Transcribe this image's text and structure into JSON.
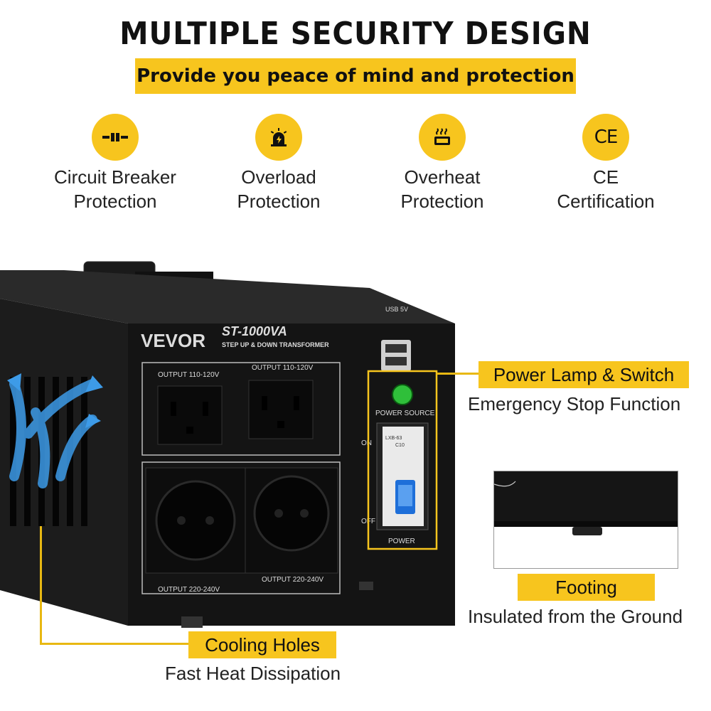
{
  "header": {
    "title": "MULTIPLE SECURITY DESIGN",
    "subtitle": "Provide you peace of mind and protection"
  },
  "features": [
    {
      "icon": "circuit-breaker-icon",
      "line1": "Circuit Breaker",
      "line2": "Protection"
    },
    {
      "icon": "overload-alarm-icon",
      "line1": "Overload",
      "line2": "Protection"
    },
    {
      "icon": "overheat-icon",
      "line1": "Overheat",
      "line2": "Protection"
    },
    {
      "icon": "ce-mark-icon",
      "line1": "CE",
      "line2": "Certification",
      "mark": "CE"
    }
  ],
  "device": {
    "brand": "VEVOR",
    "model": "ST-1000VA",
    "model_sub": "STEP UP & DOWN TRANSFORMER",
    "usb": "USB 5V",
    "output_us": "OUTPUT 110-120V",
    "output_eu": "OUTPUT 220-240V",
    "power_source": "POWER SOURCE",
    "on": "ON",
    "off": "OFF",
    "power": "POWER",
    "breaker_model": "LXB-63",
    "breaker_rating": "C10"
  },
  "callouts": {
    "power_lamp": {
      "label": "Power Lamp & Switch",
      "caption": "Emergency Stop Function"
    },
    "footing": {
      "label": "Footing",
      "caption": "Insulated from the Ground"
    },
    "cooling": {
      "label": "Cooling Holes",
      "caption": "Fast Heat Dissipation"
    }
  },
  "colors": {
    "accent": "#f7c51e",
    "device_body": "#141414",
    "airflow": "#2f8fe0"
  }
}
